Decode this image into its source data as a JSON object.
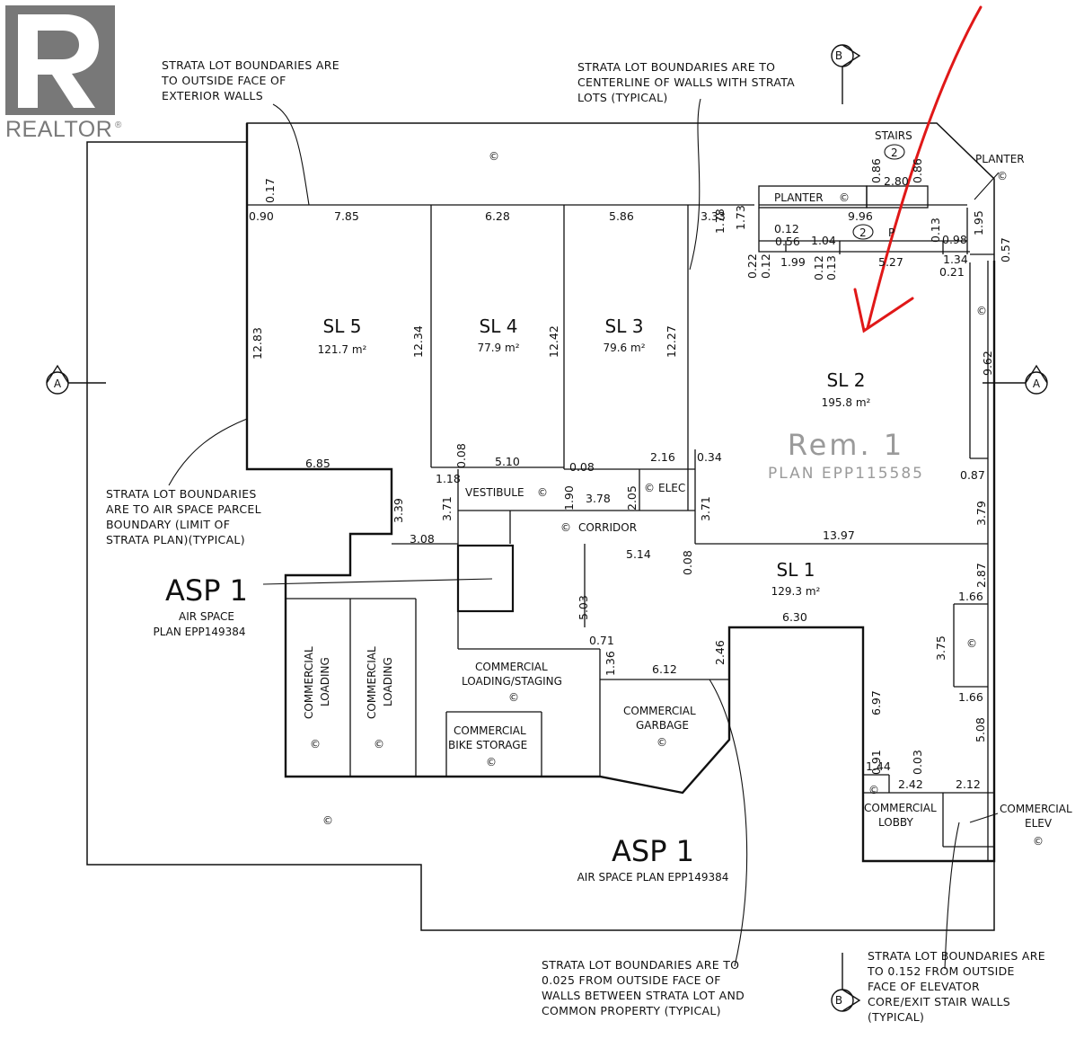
{
  "logo": {
    "text": "REALTOR",
    "mark": "®"
  },
  "notes": {
    "exterior_walls": [
      "STRATA LOT BOUNDARIES ARE",
      "TO OUTSIDE FACE OF",
      "EXTERIOR WALLS"
    ],
    "centerline": [
      "STRATA LOT BOUNDARIES ARE TO",
      "CENTERLINE OF WALLS WITH STRATA",
      "LOTS (TYPICAL)"
    ],
    "air_space": [
      "STRATA LOT BOUNDARIES",
      "ARE TO AIR SPACE PARCEL",
      "BOUNDARY (LIMIT OF",
      "STRATA PLAN)(TYPICAL)"
    ],
    "outside_face": [
      "STRATA LOT BOUNDARIES ARE TO",
      "0.025 FROM OUTSIDE FACE OF",
      "WALLS BETWEEN STRATA LOT AND",
      "COMMON PROPERTY (TYPICAL)"
    ],
    "elevator": [
      "STRATA LOT BOUNDARIES ARE",
      "TO 0.152 FROM OUTSIDE",
      "FACE OF ELEVATOR",
      "CORE/EXIT STAIR WALLS",
      "(TYPICAL)"
    ]
  },
  "section_markers": {
    "a": "A",
    "b": "B"
  },
  "lots": {
    "sl5": {
      "name": "SL 5",
      "area": "121.7 m²"
    },
    "sl4": {
      "name": "SL 4",
      "area": "77.9 m²"
    },
    "sl3": {
      "name": "SL 3",
      "area": "79.6 m²"
    },
    "sl2": {
      "name": "SL 2",
      "area": "195.8 m²"
    },
    "sl1": {
      "name": "SL 1",
      "area": "129.3 m²"
    }
  },
  "remainder": {
    "title": "Rem. 1",
    "plan": "PLAN EPP115585"
  },
  "asp": {
    "left": {
      "title": "ASP 1",
      "sub1": "AIR SPACE",
      "sub2": "PLAN EPP149384"
    },
    "bottom": {
      "title": "ASP 1",
      "sub": "AIR SPACE PLAN EPP149384"
    }
  },
  "rooms": {
    "planter_top": "PLANTER",
    "planter_right": "PLANTER",
    "stairs": "STAIRS",
    "stairs_num": "2",
    "parking_num": "2",
    "parking_letter": "P",
    "vestibule": "VESTIBULE",
    "elec": "ELEC",
    "corridor": "CORRIDOR",
    "loading1": [
      "COMMERCIAL",
      "LOADING"
    ],
    "loading2": [
      "COMMERCIAL",
      "LOADING"
    ],
    "staging": [
      "COMMERCIAL",
      "LOADING/STAGING"
    ],
    "bike": [
      "COMMERCIAL",
      "BIKE STORAGE"
    ],
    "garbage": [
      "COMMERCIAL",
      "GARBAGE"
    ],
    "lobby": [
      "COMMERCIAL",
      "LOBBY"
    ],
    "elev": [
      "COMMERCIAL",
      "ELEV"
    ],
    "common": "©"
  },
  "dims": {
    "d017": "0.17",
    "d090": "0.90",
    "d785": "7.85",
    "d628": "6.28",
    "d586": "5.86",
    "d333": "3.33",
    "d178": "1.78",
    "d173": "1.73",
    "d012a": "0.12",
    "d056": "0.56",
    "d104": "1.04",
    "d996": "9.96",
    "d086a": "0.86",
    "d086b": "0.86",
    "d280": "2.80",
    "d013a": "0.13",
    "d098": "0.98",
    "d195": "1.95",
    "d022": "0.22",
    "d012b": "0.12",
    "d199": "1.99",
    "d012c": "0.12",
    "d013b": "0.13",
    "d527": "5.27",
    "d134": "1.34",
    "d021": "0.21",
    "d057": "0.57",
    "d1283": "12.83",
    "d1234": "12.34",
    "d1242": "12.42",
    "d1227": "12.27",
    "d962": "9.62",
    "d685": "6.85",
    "d008a": "0.08",
    "d510": "5.10",
    "d008b": "0.08",
    "d216": "2.16",
    "d034": "0.34",
    "d087": "0.87",
    "d118": "1.18",
    "d339": "3.39",
    "d371a": "3.71",
    "d190": "1.90",
    "d378": "3.78",
    "d205": "2.05",
    "d371b": "3.71",
    "d379": "3.79",
    "d308": "3.08",
    "d1397": "13.97",
    "d514": "5.14",
    "d008c": "0.08",
    "d287": "2.87",
    "d166a": "1.66",
    "d503": "5.03",
    "d630": "6.30",
    "d375": "3.75",
    "d071": "0.71",
    "d136": "1.36",
    "d612": "6.12",
    "d246": "2.46",
    "d166b": "1.66",
    "d697": "6.97",
    "d508": "5.08",
    "d144": "1.44",
    "d091": "0.91",
    "d242": "2.42",
    "d003": "0.03",
    "d212": "2.12"
  }
}
